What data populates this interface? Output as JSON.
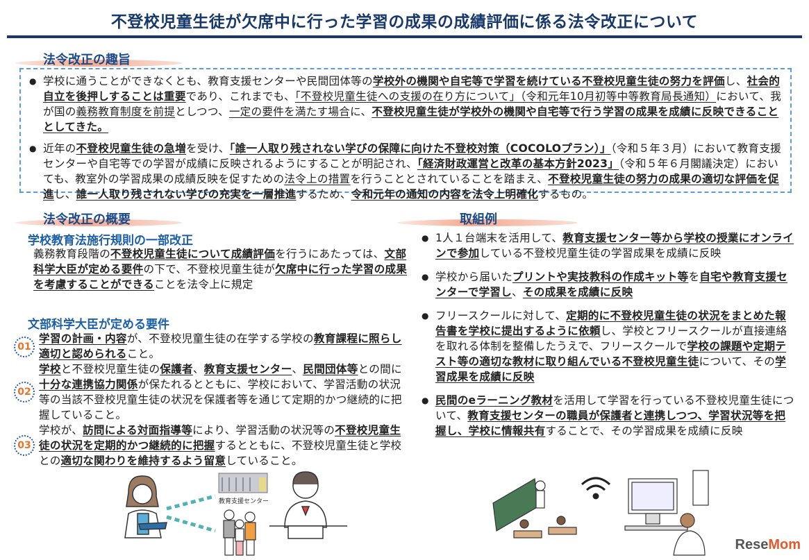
{
  "title": "不登校児童生徒が欠席中に行った学習の成果の成績評価に係る法令改正について",
  "purpose": {
    "heading": "法令改正の趣旨",
    "bullets": [
      [
        {
          "t": "学校に通うことができなくとも、教育支援センターや民間団体等の"
        },
        {
          "t": "学校外の機関や自宅等で学習を続けている不登校児童生徒の努力を評価",
          "b": true
        },
        {
          "t": "し、"
        },
        {
          "t": "社会的自立を後押しすることは重要",
          "b": true
        },
        {
          "t": "であり、これまでも、"
        },
        {
          "t": "「不登校児童生徒への支援の在り方について」（令和元年10月初等中等教育局長通知）",
          "u": true
        },
        {
          "t": "において、我が国の"
        },
        {
          "t": "義務教育制度を前提",
          "u": true
        },
        {
          "t": "としつつ、"
        },
        {
          "t": "一定の要件を満たす場合",
          "u": true
        },
        {
          "t": "に、"
        },
        {
          "t": "不登校児童生徒が学校外の機関や自宅等で行う学習の成果を成績に反映できることとしてきた。",
          "b": true
        }
      ],
      [
        {
          "t": "近年の"
        },
        {
          "t": "不登校児童生徒の急増",
          "b": true
        },
        {
          "t": "を受け、"
        },
        {
          "t": "「誰一人取り残されない学びの保障に向けた不登校対策（COCOLOプラン）」",
          "b": true
        },
        {
          "t": "（令和５年３月）において教育支援センターや自宅等での学習が成績に反映されるようにすることが明記され、"
        },
        {
          "t": "「経済財政運営と改革の基本方針2023」",
          "b": true
        },
        {
          "t": "（令和５年６月閣議決定）においても、教室外の学習成果の成績反映を促すための"
        },
        {
          "t": "法令上の措置",
          "u": true
        },
        {
          "t": "を行うこととされていることを踏まえ、"
        },
        {
          "t": "不登校児童生徒の努力の成果の適切な評価を促進",
          "b": true
        },
        {
          "t": "し、"
        },
        {
          "t": "誰一人取り残されない学びの充実を一層推進",
          "b": true
        },
        {
          "t": "するため、"
        },
        {
          "t": "令和元年の通知の内容を法令上明確化",
          "b": true
        },
        {
          "t": "するもの。"
        }
      ]
    ]
  },
  "overview": {
    "heading": "法令改正の概要",
    "subheading": "学校教育法施行規則の一部改正",
    "text": [
      {
        "t": "義務教育段階の"
      },
      {
        "t": "不登校児童生徒について成績評価",
        "b": true
      },
      {
        "t": "を行うにあたっては、"
      },
      {
        "t": "文部科学大臣が定める要件",
        "b": true
      },
      {
        "t": "の下で、不登校児童生徒が"
      },
      {
        "t": "欠席中に行った学習の成果を考慮することができる",
        "b": true
      },
      {
        "t": "ことを法令上に規定"
      }
    ],
    "req_heading": "文部科学大臣が定める要件",
    "requirements": [
      {
        "num": "01",
        "text": [
          {
            "t": "学習の計画・内容",
            "b": true
          },
          {
            "t": "が、不登校児童生徒の在学する学校の"
          },
          {
            "t": "教育課程に照らし適切と認められる",
            "b": true
          },
          {
            "t": "こと。"
          }
        ]
      },
      {
        "num": "02",
        "text": [
          {
            "t": "学校",
            "b": true
          },
          {
            "t": "と不登校児童生徒の"
          },
          {
            "t": "保護者",
            "b": true
          },
          {
            "t": "、"
          },
          {
            "t": "教育支援センター",
            "b": true
          },
          {
            "t": "、"
          },
          {
            "t": "民間団体等",
            "b": true
          },
          {
            "t": "との間に"
          },
          {
            "t": "十分な連携協力関係",
            "b": true
          },
          {
            "t": "が保たれるとともに、学校において、学習活動の状況等の当該不登校児童生徒の状況を保護者等を通じて定期的かつ継続的に把握していること。"
          }
        ]
      },
      {
        "num": "03",
        "text": [
          {
            "t": "学校が、"
          },
          {
            "t": "訪問による対面指導等",
            "b": true
          },
          {
            "t": "により、学習活動の状況等の"
          },
          {
            "t": "不登校児童生徒の状況を定期的かつ継続的に把握",
            "b": true
          },
          {
            "t": "するとともに、不登校児童生徒と学校との"
          },
          {
            "t": "適切な関わりを維持するよう留意",
            "b": true
          },
          {
            "t": "していること。"
          }
        ]
      }
    ]
  },
  "examples": {
    "heading": "取組例",
    "bullets": [
      [
        {
          "t": "1人１台端末を活用して、"
        },
        {
          "t": "教育支援センター等から学校の授業にオンラインで参加",
          "b": true
        },
        {
          "t": "している不登校児童生徒の学習成果を成績に反映"
        }
      ],
      [
        {
          "t": "学校から届いた"
        },
        {
          "t": "プリントや実技教科の作成キット等",
          "b": true
        },
        {
          "t": "を"
        },
        {
          "t": "自宅や教育支援センターで学習し",
          "b": true
        },
        {
          "t": "、"
        },
        {
          "t": "その成果を成績に反映",
          "b": true
        }
      ],
      [
        {
          "t": "フリースクールに対して、"
        },
        {
          "t": "定期的に不登校児童生徒の状況をまとめた報告書を学校に提出するように依頼",
          "b": true
        },
        {
          "t": "し、学校とフリースクールが直接連絡を取れる体制を整備したうえで、フリースクールで"
        },
        {
          "t": "学校の課題や定期テスト等の適切な教材に取り組んでいる不登校児童生徒",
          "b": true
        },
        {
          "t": "について、その"
        },
        {
          "t": "学習成果を成績に反映",
          "b": true
        }
      ],
      [
        {
          "t": "民間のeラーニング教材",
          "b": true
        },
        {
          "t": "を活用して学習を行っている不登校児童生徒について、"
        },
        {
          "t": "教育支援センターの職員が保護者と連携しつつ、学習状況等を把握し、学校に情報共有",
          "b": true
        },
        {
          "t": "することで、その学習成果を成績に反映"
        }
      ]
    ]
  },
  "illustration": {
    "center_label": "教育支援センター",
    "accent": "#4fb3b3"
  },
  "logo": {
    "text_a": "Rese",
    "text_b": "Mom"
  },
  "colors": {
    "navy": "#17386b",
    "blue": "#1a5fa8",
    "orange": "#e8732a",
    "dash": "#5b9bd5"
  }
}
